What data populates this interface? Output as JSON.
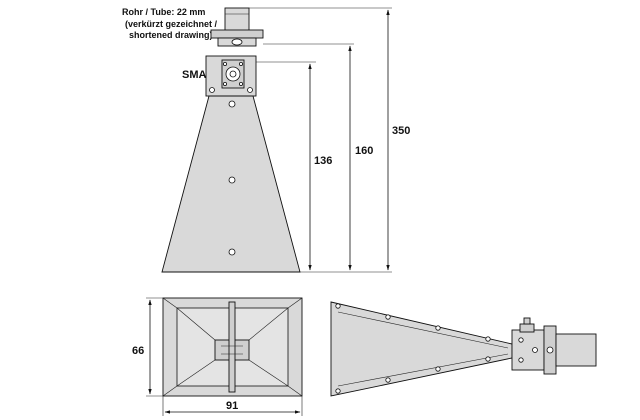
{
  "annotations": {
    "tube_line1": "Rohr / Tube:  22 mm",
    "tube_line2": "(verkürzt gezeichnet /",
    "tube_line3": "shortened drawing)",
    "connector": "SMA"
  },
  "dimensions": {
    "horn_length": "136",
    "horn_with_connector": "160",
    "overall_length": "350",
    "aperture_height": "66",
    "aperture_width": "91"
  }
}
